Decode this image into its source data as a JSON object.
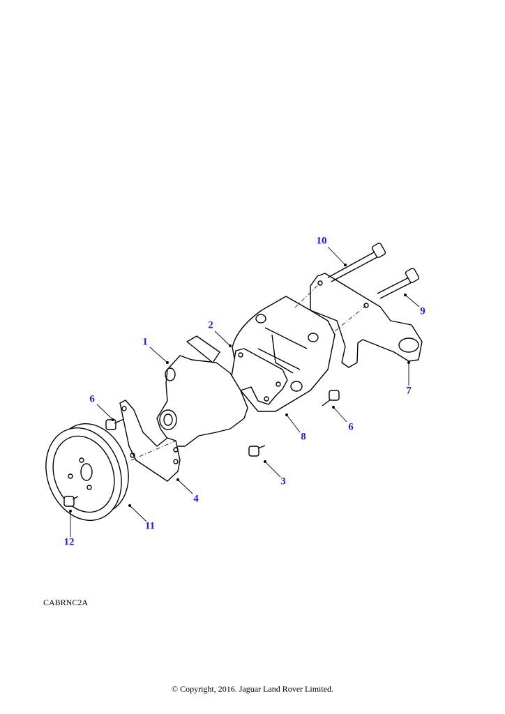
{
  "diagram": {
    "callouts": [
      {
        "id": "1",
        "label": "1"
      },
      {
        "id": "2",
        "label": "2"
      },
      {
        "id": "3",
        "label": "3"
      },
      {
        "id": "4",
        "label": "4"
      },
      {
        "id": "6a",
        "label": "6"
      },
      {
        "id": "6b",
        "label": "6"
      },
      {
        "id": "7",
        "label": "7"
      },
      {
        "id": "8",
        "label": "8"
      },
      {
        "id": "9",
        "label": "9"
      },
      {
        "id": "10",
        "label": "10"
      },
      {
        "id": "11",
        "label": "11"
      },
      {
        "id": "12",
        "label": "12"
      }
    ],
    "callout_color": "#1a1aff",
    "figure_code": "CABRNC2A"
  },
  "footer": {
    "copyright": "© Copyright, 2016. Jaguar Land Rover Limited."
  }
}
